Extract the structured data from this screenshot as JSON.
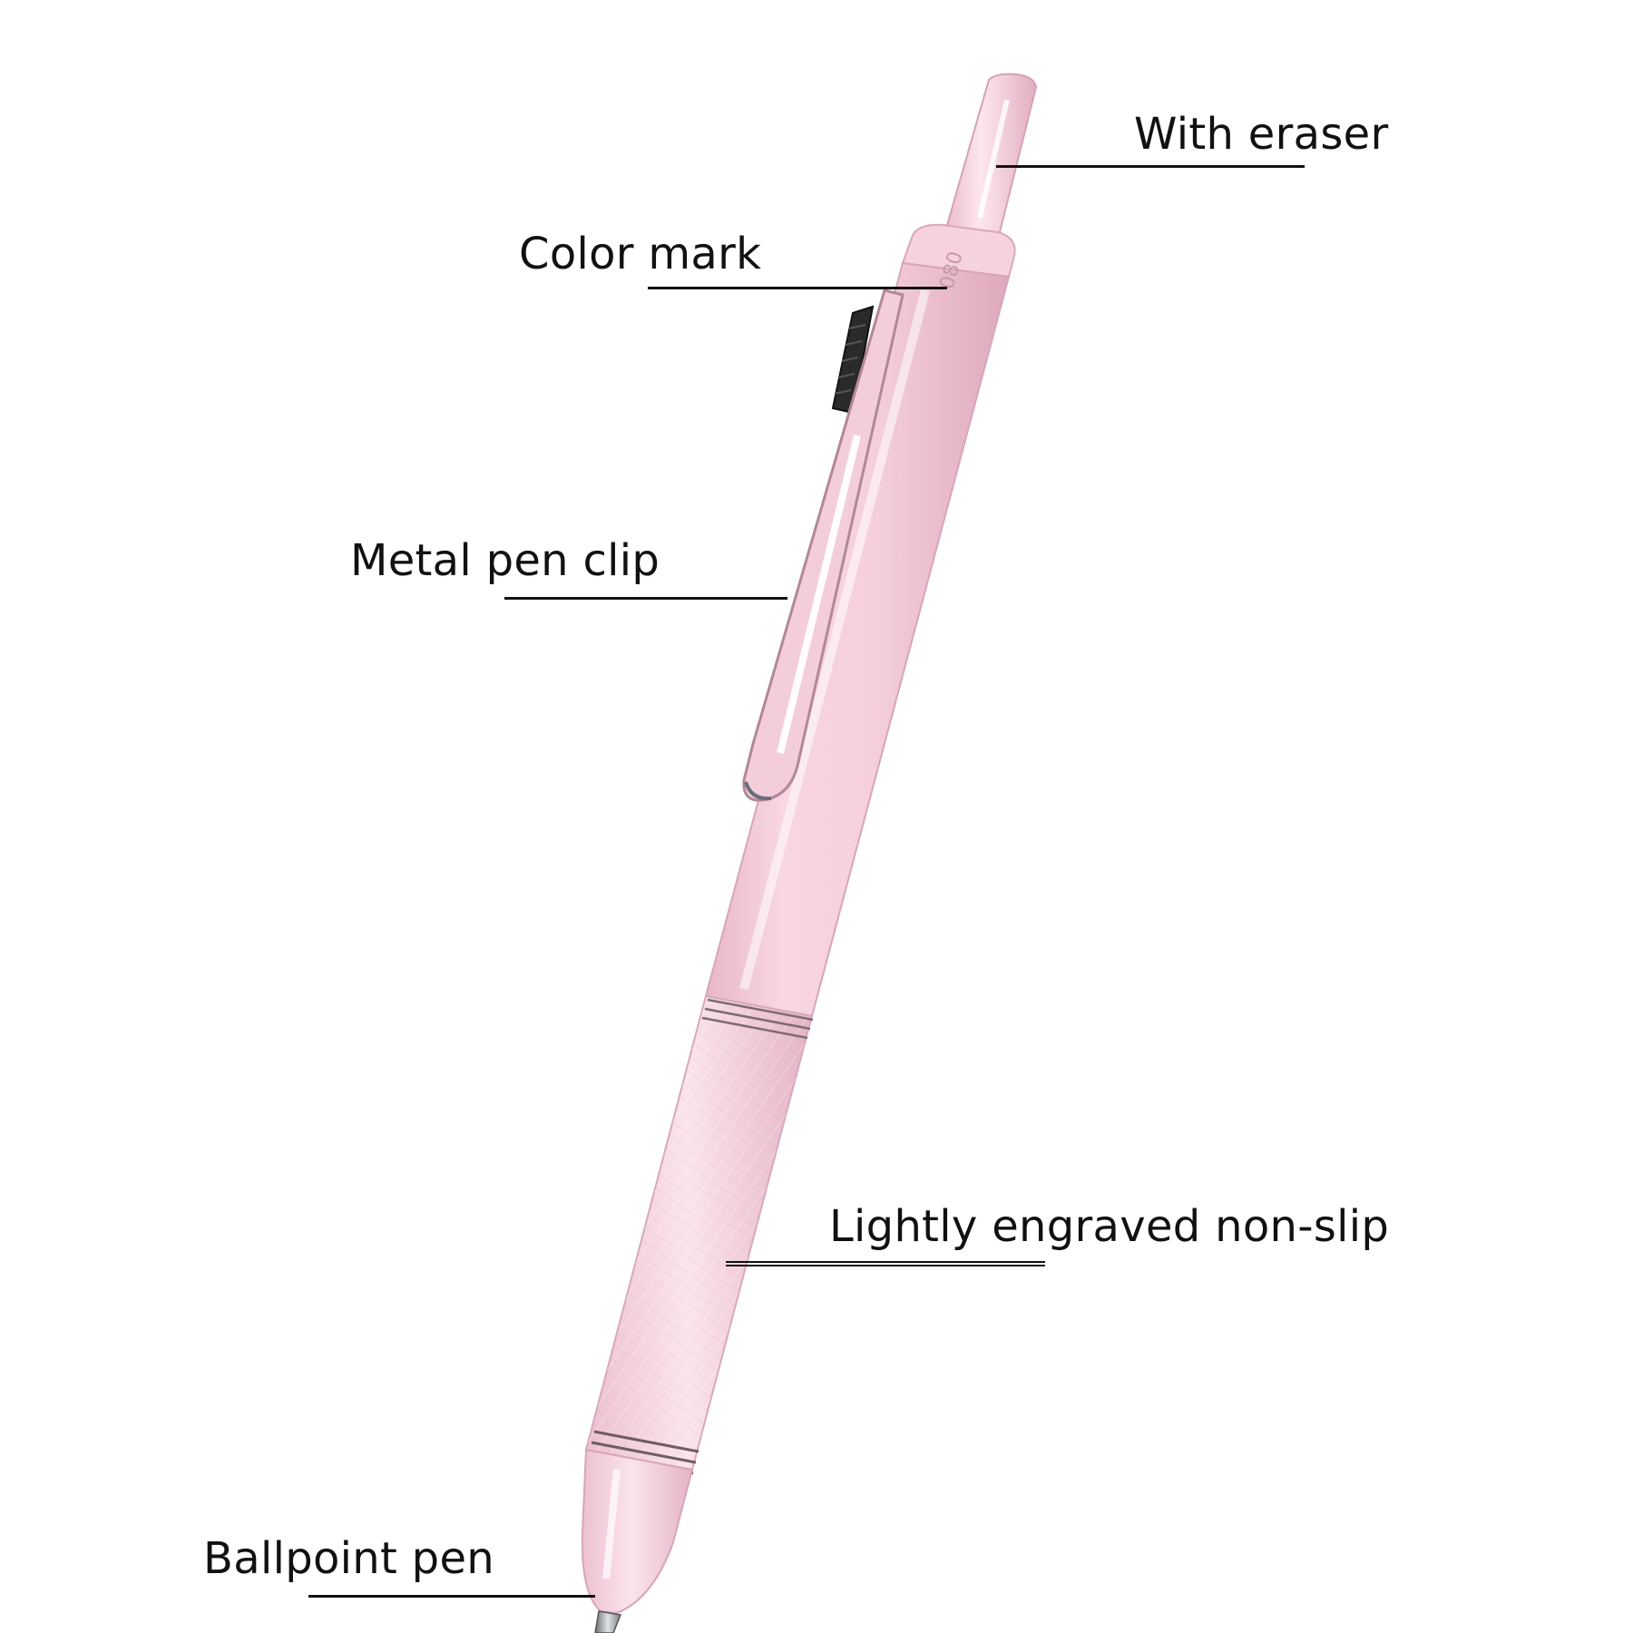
{
  "diagram": {
    "subject": "pink multi-function retractable pen",
    "colors": {
      "pen_body": "#f5cfdc",
      "pen_shade": "#e2afc2",
      "pen_highlight": "#fde8ef",
      "grip": "#f2cbd9",
      "tip_metal": "#9aa0a6",
      "slider": "#2a2a2a",
      "leader_line": "#111111"
    },
    "callouts": [
      {
        "id": "eraser",
        "label": "With eraser"
      },
      {
        "id": "color-mark",
        "label": "Color mark"
      },
      {
        "id": "clip",
        "label": "Metal pen clip"
      },
      {
        "id": "grip",
        "label": "Lightly engraved non-slip"
      },
      {
        "id": "tip",
        "label": "Ballpoint pen"
      }
    ]
  }
}
